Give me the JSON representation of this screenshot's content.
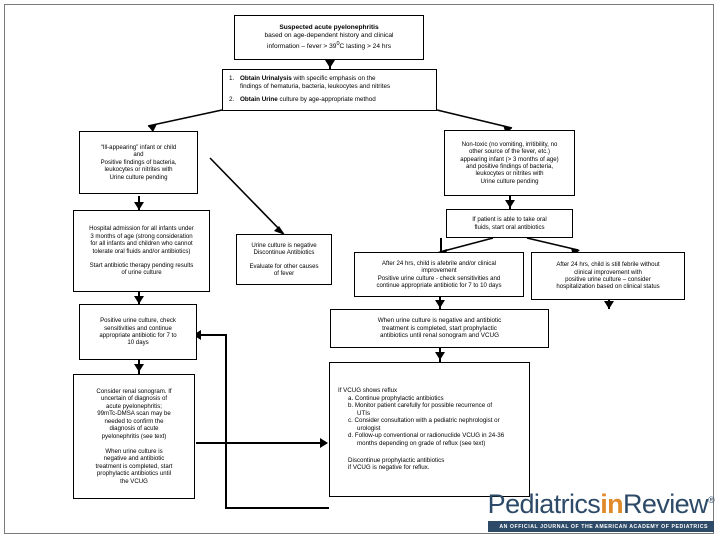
{
  "meta": {
    "title": "Suspected acute pyelonephritis management algorithm",
    "background": "#ffffff",
    "line_color": "#000000"
  },
  "logo": {
    "word_1": "Pediatrics",
    "word_2": "in",
    "word_3": "Review",
    "trademark": "®",
    "tagline": "AN OFFICIAL JOURNAL OF THE AMERICAN ACADEMY OF PEDIATRICS",
    "color_dark": "#2d4a68",
    "color_accent": "#e08a2a"
  },
  "nodes": {
    "suspected": {
      "l1": "Suspected acute pyelonephritis",
      "l2": "based on age-dependent history and clinical",
      "l3": "information – fever > 39",
      "l3_sup": "0",
      "l3_end": "C lasting > 24 hrs"
    },
    "obtain": {
      "item1_num": "1.",
      "item1_bold": "Obtain Urinalysis",
      "item1_rest": "with specific emphasis on the",
      "item1_l2": "findings of hematuria, bacteria, leukocytes and nitrites",
      "item2_num": "2.",
      "item2_bold": "Obtain Urine",
      "item2_rest": "culture by age-appropriate method"
    },
    "ill_appearing": {
      "l1": "“Ill-appearing” infant or child",
      "l2": "and",
      "l3": "Positive findings of bacteria,",
      "l4": "leukocytes or nitrites with",
      "l5": "Urine culture pending"
    },
    "non_toxic": {
      "l1": "Non-toxic (no vomiting, irritibility, no",
      "l2": "other source of the fever, etc.)",
      "l3": "appearing infant (> 3 months of age)",
      "l4": "and positive findings of bacteria,",
      "l5": "leukocytes or nitrites with",
      "l6": "Urine culture pending"
    },
    "hospital": {
      "l1": "Hospital admission for all infants under",
      "l2": "3 months of age (strong consideration",
      "l3": "for all infants and children who cannot",
      "l4": "tolerate oral fluids and/or antibiotics)",
      "l5": "Start  antibiotic therapy pending results",
      "l6": "of urine culture"
    },
    "culture_negative": {
      "l1": "Urine culture is negative",
      "l2": "Discontinue Antibiotics",
      "l3": "Evaluate for other causes",
      "l4": "of fever"
    },
    "oral_fluids": {
      "l1": "If patient is able to take oral",
      "l2": "fluids, start oral antibiotics"
    },
    "afebrile_24": {
      "l1": "After 24 hrs, child is afebrile and/or clinical",
      "l2": "improvement",
      "l3": "Positive urine culture - check sensitivities and",
      "l4": "continue appropriate antibiotic for 7 to 10 days"
    },
    "febrile_24": {
      "l1": "After 24 hrs, child is still febrile without",
      "l2": "clinical improvement with",
      "l3": "positive urine culture – consider",
      "l4": "hospitalization based on clinical status"
    },
    "positive_culture": {
      "l1": "Positive urine culture, check",
      "l2": "sensitivities and continue",
      "l3": "appropriate antibiotic for 7 to",
      "l4": "10 days"
    },
    "prophylactic": {
      "l1": "When urine culture is negative and antibiotic",
      "l2": "treatment is completed, start prophylactic",
      "l3": "antibiotics until renal sonogram and VCUG"
    },
    "renal_sonogram": {
      "l1": "Consider renal sonogram. If",
      "l2": "uncertain of diagnosis of",
      "l3": "acute pyelonephritis;",
      "l4": "99mTc-DMSA scan may be",
      "l5": "needed to confirm the",
      "l6": "diagnosis of acute",
      "l7": "pyelonephritis (see text)",
      "l8": "When urine culture is",
      "l9": "negative and antibiotic",
      "l10": "treatment is completed, start",
      "l11": "prophylactic antibiotics until",
      "l12": "the VCUG"
    },
    "vcug_reflux": {
      "heading": "If VCUG shows reflux",
      "a": "a. Continue prophylactic antibiotics",
      "b": "b. Monitor patient carefully for possible recurrence of",
      "b2": "UTIs",
      "c": "c. Consider consultation with a pediatric nephrologist or",
      "c2": "urologist",
      "d": "d. Follow-up conventional or radionuclide VCUG in 24-36",
      "d2": "months depending on grade of reflux (see text)",
      "foot1": "Discontinue prophylactic antibiotics",
      "foot2": "if VCUG is negative for reflux."
    }
  }
}
